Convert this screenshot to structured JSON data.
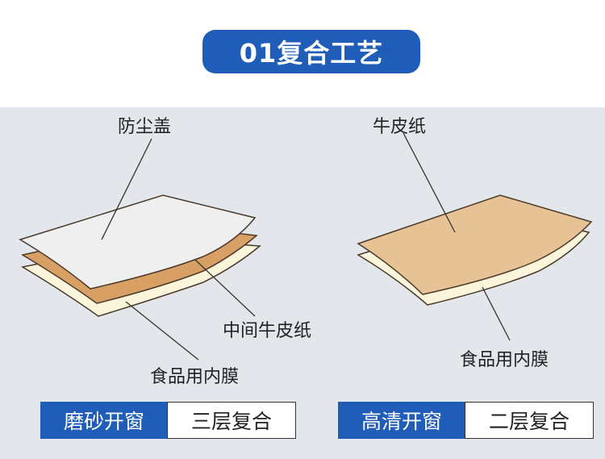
{
  "header": {
    "title": "01复合工艺"
  },
  "left": {
    "labels": {
      "top": "防尘盖",
      "middle": "中间牛皮纸",
      "bottom": "食品用内膜"
    },
    "tag_primary": "磨砂开窗",
    "tag_secondary": "三层复合"
  },
  "right": {
    "labels": {
      "top": "牛皮纸",
      "bottom": "食品用内膜"
    },
    "tag_primary": "高清开窗",
    "tag_secondary": "二层复合"
  },
  "colors": {
    "brand_blue": "#1f5db8",
    "panel_bg": "#e3e6eb",
    "dust_cover": "#efefef",
    "kraft": "#d9a066",
    "kraft_light": "#e6c295",
    "inner_film": "#fbf5dc",
    "outline": "#4a3a2a"
  }
}
